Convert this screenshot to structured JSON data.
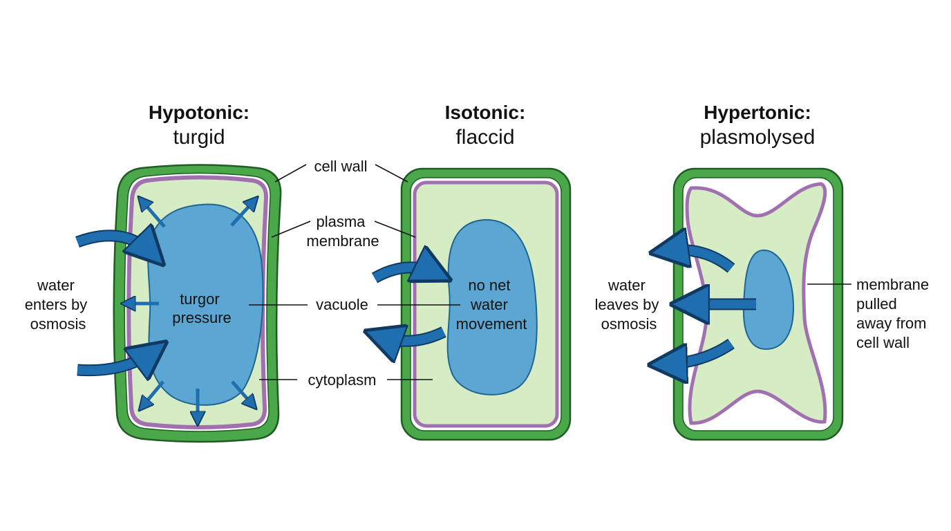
{
  "panels": {
    "hypotonic": {
      "heading": "Hypotonic:",
      "state": "turgid",
      "center_text": [
        "turgor",
        "pressure"
      ],
      "side_text": [
        "water",
        "enters by",
        "osmosis"
      ]
    },
    "isotonic": {
      "heading": "Isotonic:",
      "state": "flaccid",
      "center_text": [
        "no net",
        "water",
        "movement"
      ]
    },
    "hypertonic": {
      "heading": "Hypertonic:",
      "state": "plasmolysed",
      "side_text": [
        "water",
        "leaves by",
        "osmosis"
      ],
      "membrane_note": [
        "membrane",
        "pulled",
        "away from",
        "cell wall"
      ]
    }
  },
  "labels": {
    "cell_wall": "cell wall",
    "plasma_membrane": [
      "plasma",
      "membrane"
    ],
    "vacuole": "vacuole",
    "cytoplasm": "cytoplasm"
  },
  "colors": {
    "cell_wall": "#4aa84a",
    "wall_outline": "#1e5c22",
    "membrane": "#a070b0",
    "cytoplasm": "#d6ecc4",
    "vacuole": "#5ba6d2",
    "vacuole_outline": "#1f6590",
    "arrow": "#1f6fb0",
    "arrow_outline": "#103a62"
  }
}
